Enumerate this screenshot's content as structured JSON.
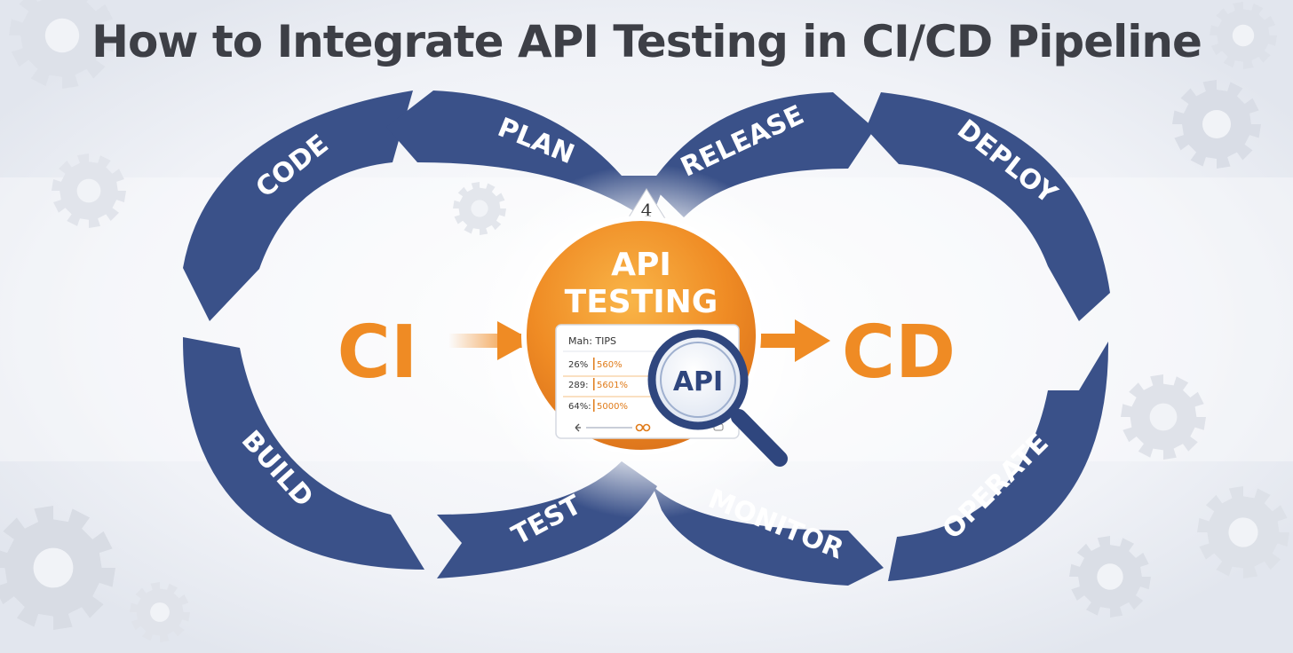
{
  "title": "How to Integrate API Testing in CI/CD Pipeline",
  "stages": {
    "code": "CODE",
    "plan": "PLAN",
    "release": "RELEASE",
    "deploy": "DEPLOY",
    "build": "BUILD",
    "test": "TEST",
    "monitor": "MONITOR",
    "operate": "OPERATE"
  },
  "ci_label": "CI",
  "cd_label": "CD",
  "step_number": "4",
  "hub": {
    "line1": "API",
    "line2": "TESTING",
    "card_header": "Mah: TIPS",
    "rows": [
      {
        "left": "26%",
        "right": "560%"
      },
      {
        "left": "289:",
        "right": "5601%"
      },
      {
        "left": "64%:",
        "right": "5000%"
      }
    ],
    "magnifier_label": "API"
  },
  "colors": {
    "loop_blue": "#3a5189",
    "accent_orange": "#ef8b24",
    "title_gray": "#3d3f46",
    "gear_gray": "#d9dde6"
  },
  "icons": [
    "gear-icon",
    "magnifier-icon",
    "arrow-right-icon",
    "arrow-left-icon",
    "chain-link-icon"
  ]
}
